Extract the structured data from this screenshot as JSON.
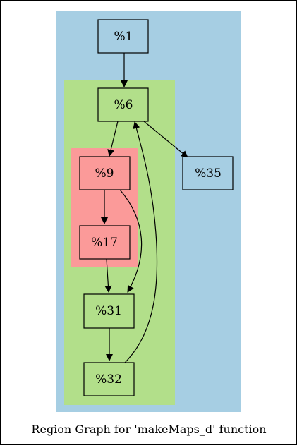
{
  "caption": "Region Graph for 'makeMaps_d' function",
  "colors": {
    "outer_region": "#a6cee3",
    "middle_region": "#b2df8a",
    "inner_region": "#fb9a99",
    "edge": "#000000"
  },
  "nodes": {
    "n1": "%1",
    "n6": "%6",
    "n9": "%9",
    "n17": "%17",
    "n31": "%31",
    "n32": "%32",
    "n35": "%35"
  },
  "edges": [
    {
      "from": "%1",
      "to": "%6"
    },
    {
      "from": "%6",
      "to": "%9"
    },
    {
      "from": "%6",
      "to": "%35"
    },
    {
      "from": "%9",
      "to": "%17"
    },
    {
      "from": "%9",
      "to": "%31"
    },
    {
      "from": "%17",
      "to": "%31"
    },
    {
      "from": "%31",
      "to": "%32"
    },
    {
      "from": "%32",
      "to": "%6"
    }
  ]
}
